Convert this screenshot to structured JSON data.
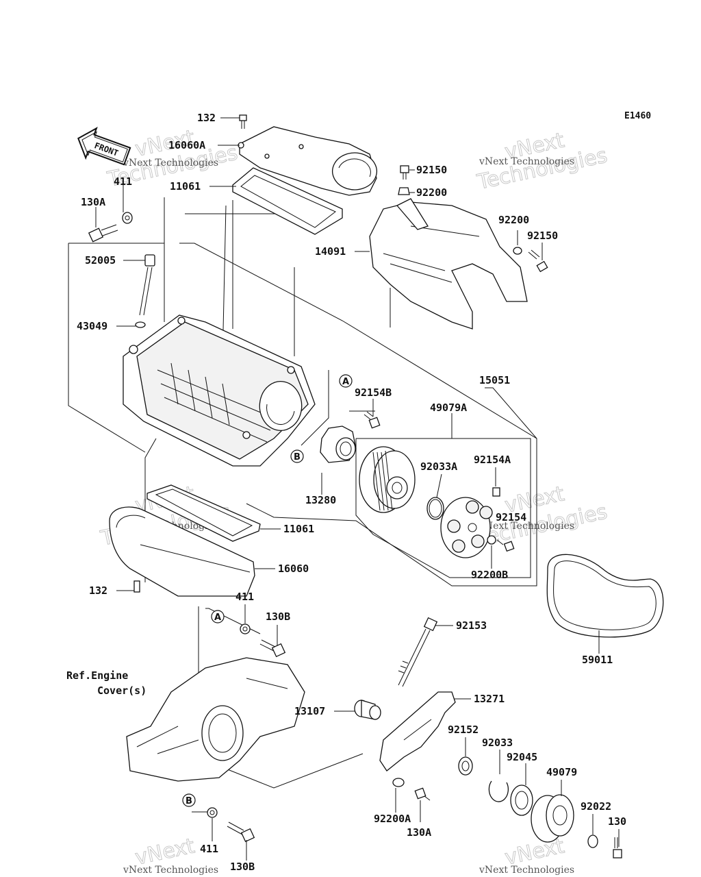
{
  "diagram_code": "E1460",
  "front_label": "FRONT",
  "reference_note": {
    "line1": "Ref.Engine",
    "line2": "Cover(s)"
  },
  "watermark": {
    "lines": [
      "vNext",
      "Technologies"
    ],
    "small": "vNext Technologies"
  },
  "callouts": {
    "A": "A",
    "B": "B"
  },
  "part_labels": {
    "p132_top": "132",
    "p16060A": "16060A",
    "p11061_top": "11061",
    "p411_top": "411",
    "p130A_top": "130A",
    "p52005": "52005",
    "p43049": "43049",
    "p92150_top": "92150",
    "p92200_top": "92200",
    "p92200_right": "92200",
    "p92150_right": "92150",
    "p14091": "14091",
    "p92154B": "92154B",
    "p15051": "15051",
    "p49079A": "49079A",
    "p92033A": "92033A",
    "p92154A": "92154A",
    "p13280": "13280",
    "p92154": "92154",
    "p92200B": "92200B",
    "p11061_bottom": "11061",
    "p16060": "16060",
    "p132_bottom": "132",
    "p411_mid": "411",
    "p130B_mid": "130B",
    "p92153": "92153",
    "p59011": "59011",
    "p13271": "13271",
    "p13107": "13107",
    "p92152": "92152",
    "p92033": "92033",
    "p92045": "92045",
    "p49079": "49079",
    "p92022": "92022",
    "p130": "130",
    "p92200A": "92200A",
    "p130A_bottom": "130A",
    "p411_bottom": "411",
    "p130B_bottom": "130B"
  }
}
